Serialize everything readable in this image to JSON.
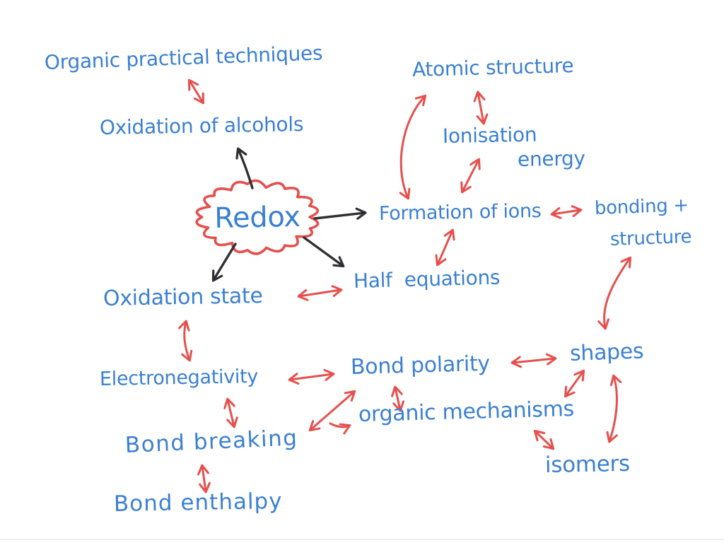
{
  "board": {
    "ink_blue": "#3b80d1",
    "ink_red": "#e5504d",
    "ink_black": "#2e2e33",
    "background": "#ffffff"
  },
  "nodes": {
    "redox": {
      "label": "Redox"
    },
    "organic_practical_techniques": {
      "label": "Organic practical techniques"
    },
    "oxidation_of_alcohols": {
      "label": "Oxidation of alcohols"
    },
    "atomic_structure": {
      "label": "Atomic structure"
    },
    "ionisation_energy": {
      "line1": "Ionisation",
      "line2": "energy"
    },
    "formation_of_ions": {
      "label": "Formation of ions"
    },
    "bonding_and_structure": {
      "line1": "bonding +",
      "line2": "structure"
    },
    "oxidation_state": {
      "label": "Oxidation state"
    },
    "half_equations": {
      "label": "Half  equations"
    },
    "electronegativity": {
      "label": "Electronegativity"
    },
    "bond_polarity": {
      "label": "Bond polarity"
    },
    "shapes": {
      "label": "shapes"
    },
    "organic_mechanisms": {
      "label": "organic mechanisms"
    },
    "bond_breaking": {
      "label": "Bond breaking"
    },
    "isomers": {
      "label": "isomers"
    },
    "bond_enthalpy": {
      "label": "Bond enthalpy"
    }
  },
  "edges": [
    {
      "from": "organic_practical_techniques",
      "to": "oxidation_of_alcohols",
      "arrow": "double",
      "color": "red"
    },
    {
      "from": "redox",
      "to": "oxidation_of_alcohols",
      "arrow": "single",
      "color": "black"
    },
    {
      "from": "redox",
      "to": "formation_of_ions",
      "arrow": "single",
      "color": "black"
    },
    {
      "from": "redox",
      "to": "oxidation_state",
      "arrow": "single",
      "color": "black"
    },
    {
      "from": "redox",
      "to": "half_equations",
      "arrow": "single",
      "color": "black"
    },
    {
      "from": "formation_of_ions",
      "to": "atomic_structure",
      "arrow": "double",
      "color": "red"
    },
    {
      "from": "atomic_structure",
      "to": "ionisation_energy",
      "arrow": "double",
      "color": "red"
    },
    {
      "from": "ionisation_energy",
      "to": "formation_of_ions",
      "arrow": "double",
      "color": "red"
    },
    {
      "from": "formation_of_ions",
      "to": "bonding_and_structure",
      "arrow": "double",
      "color": "red"
    },
    {
      "from": "formation_of_ions",
      "to": "half_equations",
      "arrow": "double",
      "color": "red"
    },
    {
      "from": "oxidation_state",
      "to": "half_equations",
      "arrow": "double",
      "color": "red"
    },
    {
      "from": "oxidation_state",
      "to": "electronegativity",
      "arrow": "double",
      "color": "red"
    },
    {
      "from": "electronegativity",
      "to": "bond_polarity",
      "arrow": "double",
      "color": "red"
    },
    {
      "from": "bond_polarity",
      "to": "shapes",
      "arrow": "double",
      "color": "red"
    },
    {
      "from": "bonding_and_structure",
      "to": "shapes",
      "arrow": "double",
      "color": "red"
    },
    {
      "from": "electronegativity",
      "to": "bond_breaking",
      "arrow": "double",
      "color": "red"
    },
    {
      "from": "bond_breaking",
      "to": "bond_polarity",
      "arrow": "double",
      "color": "red"
    },
    {
      "from": "bond_breaking",
      "to": "organic_mechanisms",
      "arrow": "single",
      "color": "red"
    },
    {
      "from": "bond_polarity",
      "to": "organic_mechanisms",
      "arrow": "double",
      "color": "red"
    },
    {
      "from": "shapes",
      "to": "organic_mechanisms",
      "arrow": "double",
      "color": "red"
    },
    {
      "from": "shapes",
      "to": "isomers",
      "arrow": "double",
      "color": "red"
    },
    {
      "from": "organic_mechanisms",
      "to": "isomers",
      "arrow": "double",
      "color": "red"
    },
    {
      "from": "bond_breaking",
      "to": "bond_enthalpy",
      "arrow": "double",
      "color": "red"
    }
  ]
}
